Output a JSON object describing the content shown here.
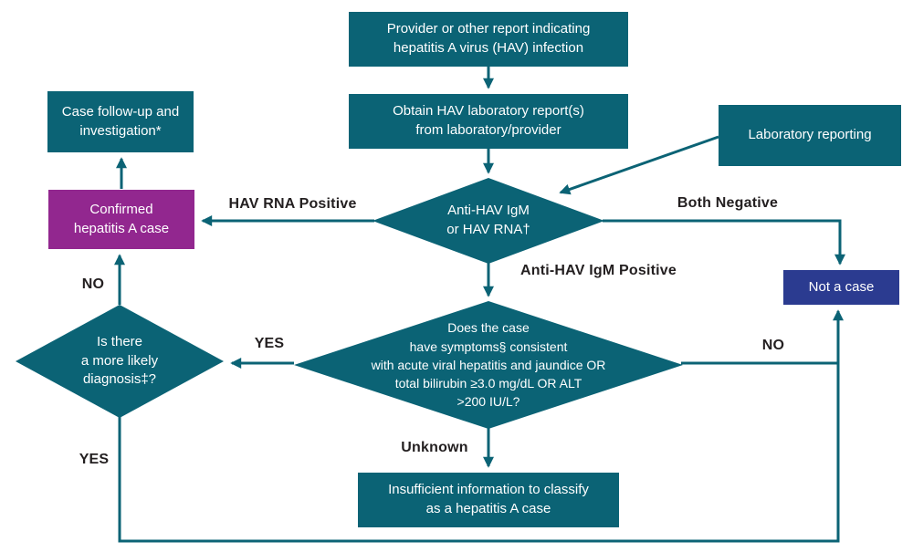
{
  "title": "Hepatitis A case classification flowchart",
  "colors": {
    "teal": "#0B6375",
    "purple": "#92278F",
    "navy": "#2B3B90",
    "label_text": "#231F20",
    "box_text": "#FFFFFF",
    "background": "#FFFFFF"
  },
  "nodes": {
    "provider_report": {
      "text": "Provider or other report indicating\nhepatitis A virus (HAV) infection"
    },
    "obtain_lab": {
      "text": "Obtain HAV laboratory report(s)\nfrom laboratory/provider"
    },
    "lab_reporting": {
      "text": "Laboratory reporting"
    },
    "case_followup": {
      "text": "Case follow-up and\ninvestigation*"
    },
    "confirmed_case": {
      "text": "Confirmed\nhepatitis A case"
    },
    "not_a_case": {
      "text": "Not a case"
    },
    "insufficient_info": {
      "text": "Insufficient information to classify\nas a hepatitis A case"
    },
    "decision_igm_rna": {
      "text": "Anti-HAV IgM\nor HAV RNA†"
    },
    "decision_symptoms": {
      "text": "Does the case\nhave symptoms§ consistent\nwith acute viral hepatitis and jaundice OR\ntotal bilirubin ≥3.0 mg/dL OR ALT\n>200 IU/L?"
    },
    "decision_diagnosis": {
      "text": "Is there\na more likely\ndiagnosis‡?"
    }
  },
  "edge_labels": {
    "hav_rna_positive": "HAV RNA Positive",
    "both_negative": "Both Negative",
    "anti_hav_igm_positive": "Anti-HAV IgM Positive",
    "no_top": "NO",
    "yes_mid": "YES",
    "no_right": "NO",
    "unknown": "Unknown",
    "yes_bottom": "YES"
  }
}
